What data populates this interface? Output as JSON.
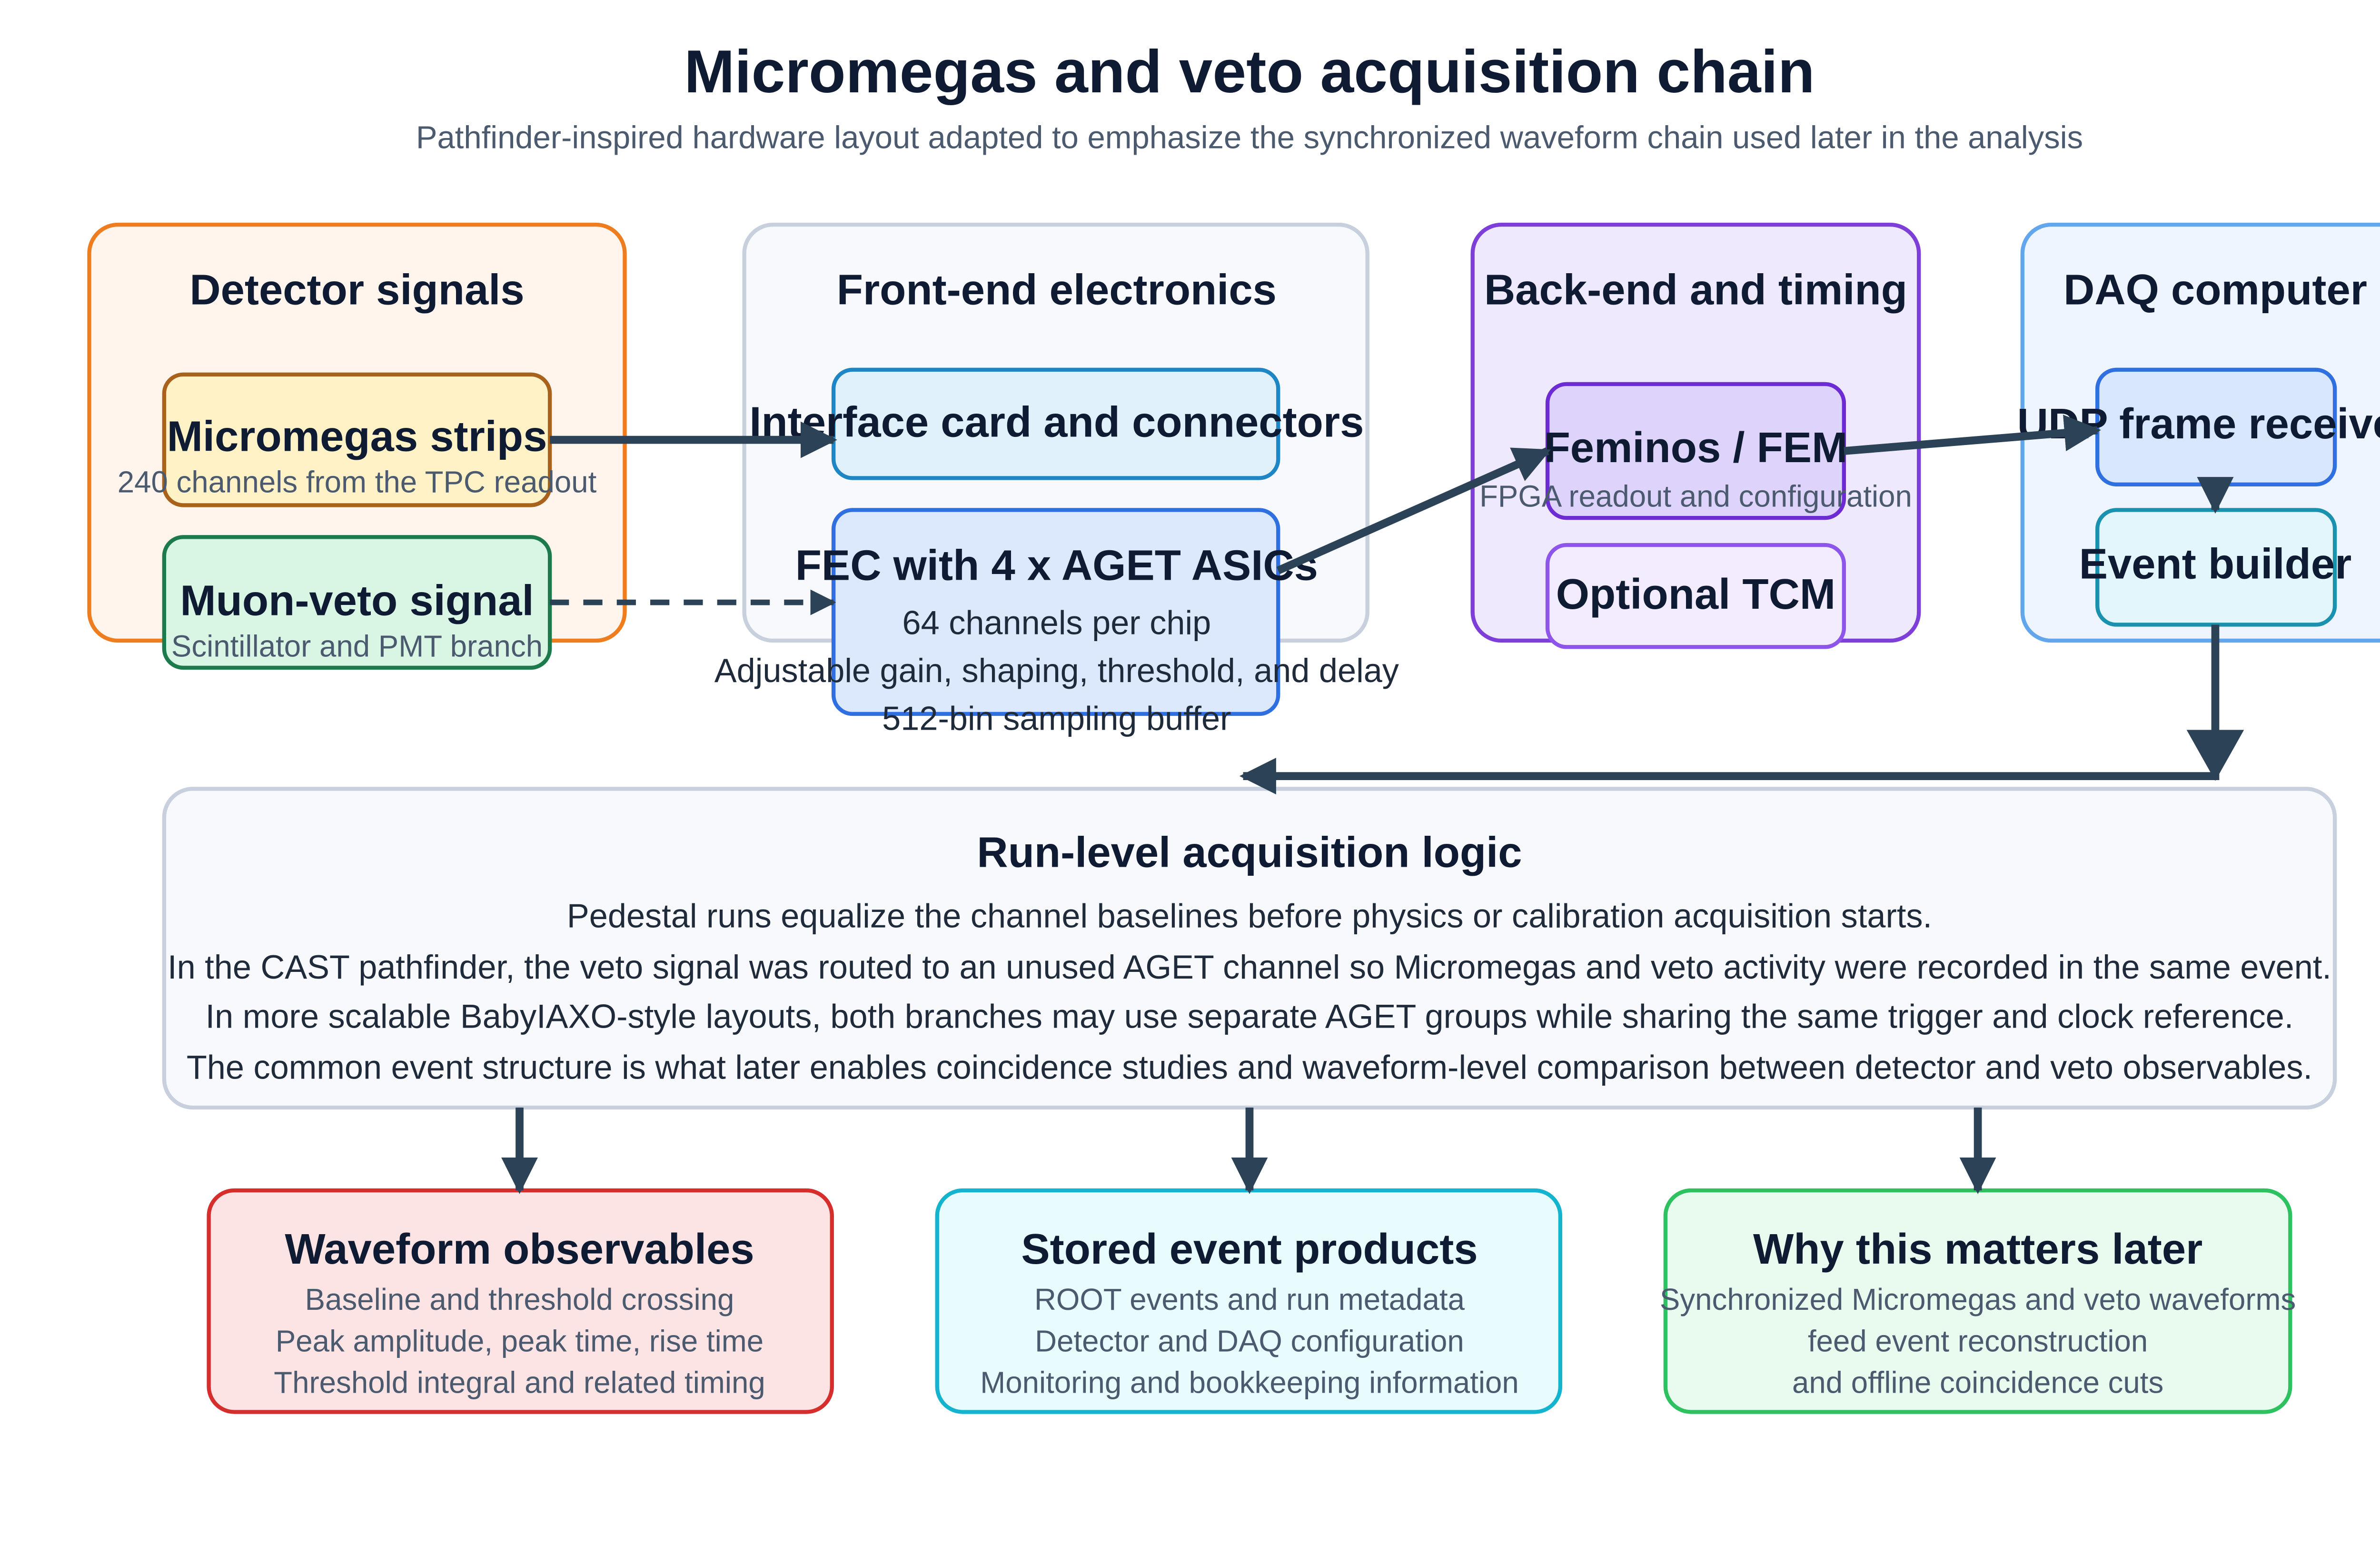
{
  "title": "Micromegas and veto acquisition chain",
  "subtitle": "Pathfinder-inspired hardware layout adapted to emphasize the synchronized waveform chain used later in the analysis",
  "groups": {
    "detector": {
      "title": "Detector signals",
      "micromegas": {
        "title": "Micromegas strips",
        "sub": "240 channels from the TPC readout"
      },
      "veto": {
        "title": "Muon-veto signal",
        "sub": "Scintillator and PMT branch"
      }
    },
    "frontend": {
      "title": "Front-end electronics",
      "interface": {
        "title": "Interface card and connectors"
      },
      "fec": {
        "title": "FEC with 4 x AGET ASICs",
        "lines": [
          "64 channels per chip",
          "Adjustable gain, shaping, threshold, and delay",
          "512-bin sampling buffer"
        ]
      }
    },
    "backend": {
      "title": "Back-end and timing",
      "feminos": {
        "title": "Feminos / FEM",
        "sub": "FPGA readout and configuration"
      },
      "tcm": {
        "title": "Optional TCM"
      }
    },
    "daq": {
      "title": "DAQ computer",
      "udp": {
        "title": "UDP frame receiver"
      },
      "builder": {
        "title": "Event builder"
      }
    }
  },
  "logic": {
    "title": "Run-level acquisition logic",
    "lines": [
      "Pedestal runs equalize the channel baselines before physics or calibration acquisition starts.",
      "In the CAST pathfinder, the veto signal was routed to an unused AGET channel so Micromegas and veto activity were recorded in the same event.",
      "In more scalable BabyIAXO-style layouts, both branches may use separate AGET groups while sharing the same trigger and clock reference.",
      "The common event structure is what later enables coincidence studies and waveform-level comparison between detector and veto observables."
    ]
  },
  "outputs": {
    "waveform": {
      "title": "Waveform observables",
      "lines": [
        "Baseline and threshold crossing",
        "Peak amplitude, peak time, rise time",
        "Threshold integral and related timing"
      ]
    },
    "stored": {
      "title": "Stored event products",
      "lines": [
        "ROOT events and run metadata",
        "Detector and DAQ configuration",
        "Monitoring and bookkeeping information"
      ]
    },
    "why": {
      "title": "Why this matters later",
      "lines": [
        "Synchronized Micromegas and veto waveforms",
        "feed event reconstruction",
        "and offline coincidence cuts"
      ]
    }
  },
  "colors": {
    "arrow": "#2b4257",
    "detector_border": "#ee7d1f",
    "detector_fill": "#fff5ec",
    "frontend_border": "#c7d0dc",
    "frontend_fill": "#f7f9fc",
    "backend_border": "#7e3fd8",
    "backend_fill": "#efe9fd",
    "daq_border": "#62a6ee",
    "daq_fill": "#eef5fe",
    "waveform_border": "#d62d2d",
    "waveform_fill": "#fde4e4",
    "stored_border": "#14b4cf",
    "stored_fill": "#e8fbfd",
    "why_border": "#2dc25f",
    "why_fill": "#e9fbef"
  }
}
